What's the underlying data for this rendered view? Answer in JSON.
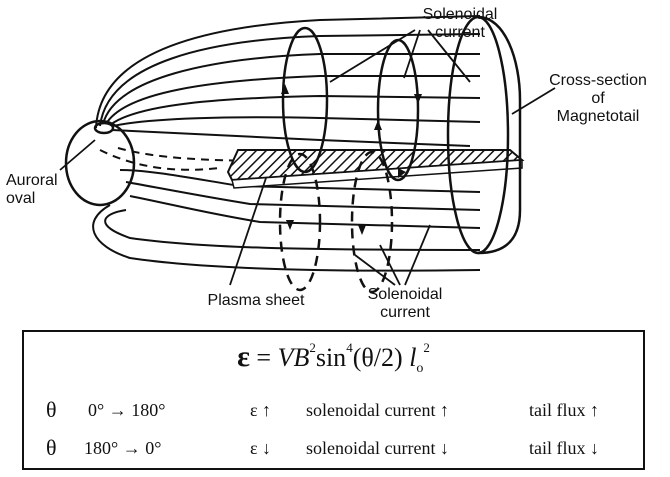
{
  "diagram": {
    "labels": {
      "solenoidal_top_line1": "Solenoidal",
      "solenoidal_top_line2": "current",
      "cross_section_line1": "Cross-section",
      "cross_section_line2": "of",
      "cross_section_line3": "Magnetotail",
      "auroral_line1": "Auroral",
      "auroral_line2": "oval",
      "plasma_sheet": "Plasma sheet",
      "solenoidal_bottom_line1": "Solenoidal",
      "solenoidal_bottom_line2": "current"
    },
    "colors": {
      "ink": "#111111",
      "background": "#ffffff"
    }
  },
  "formula": {
    "epsilon": "ε",
    "eq_part1": " = ",
    "eq_VB": "VB",
    "eq_sq1": "2",
    "eq_sin": "sin",
    "eq_pow4": "4",
    "eq_arg": "(θ/2) ",
    "eq_l": "l",
    "eq_sub_o": "o",
    "eq_sq2": "2",
    "rows": [
      {
        "theta": "θ",
        "range": "0° → 180°",
        "eps": "ε ↑",
        "current": "solenoidal current ↑",
        "flux": "tail flux ↑"
      },
      {
        "theta": "θ",
        "range": "180° → 0°",
        "eps": "ε ↓",
        "current": "solenoidal current ↓",
        "flux": "tail flux ↓"
      }
    ]
  }
}
